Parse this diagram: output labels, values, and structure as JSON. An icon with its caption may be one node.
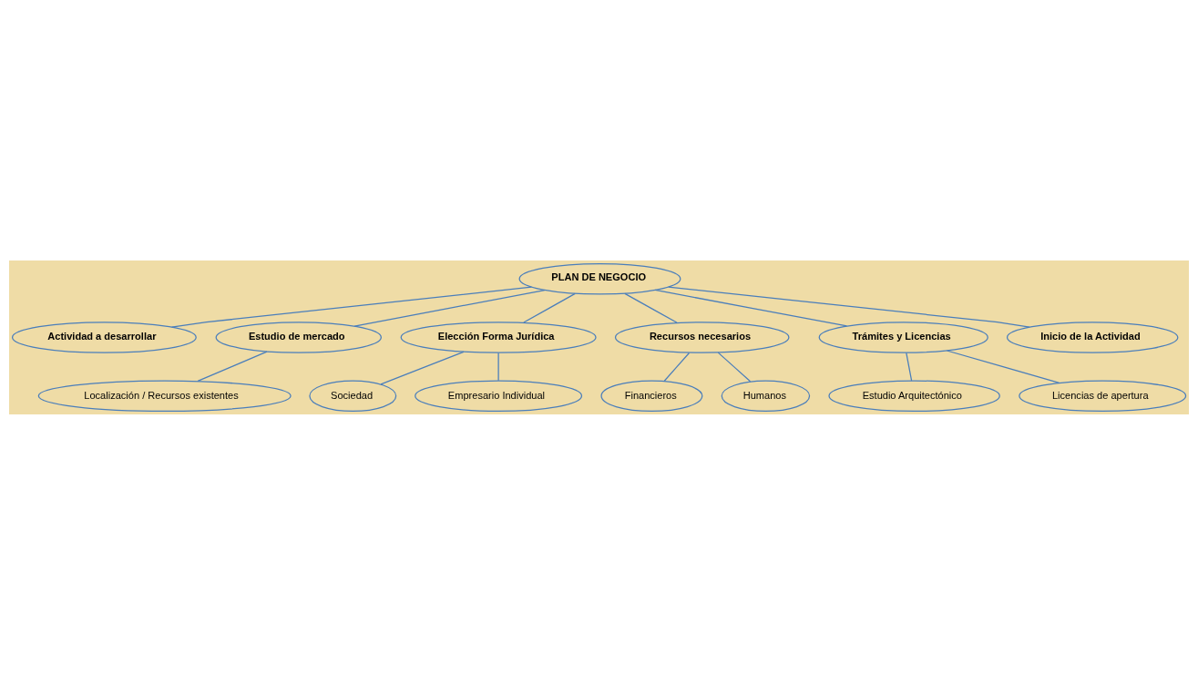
{
  "diagram": {
    "nodes": [
      {
        "text": [
          "PLAN DE NEGOCIO"
        ]
      },
      {
        "text": [
          "Actividad a desarrollar"
        ]
      },
      {
        "text": [
          "Estudio de mercado"
        ]
      },
      {
        "text": [
          "Elección Forma Jurídica"
        ]
      },
      {
        "text": [
          "Recursos necesarios"
        ]
      },
      {
        "text": [
          "Trámites y Licencias"
        ]
      },
      {
        "text": [
          "Inicio de la Actividad"
        ]
      },
      {
        "text": [
          "Localización / Recursos existentes"
        ]
      },
      {
        "text": [
          "Sociedad"
        ]
      },
      {
        "text": [
          "Empresario Individual"
        ]
      },
      {
        "text": [
          "Financieros"
        ]
      },
      {
        "text": [
          "Humanos"
        ]
      },
      {
        "text": [
          "Estudio Arquitectónico"
        ]
      },
      {
        "text": [
          "Licencias de apertura"
        ]
      }
    ],
    "edges": [
      {
        "from": 0,
        "to": 1,
        "arrow": "none"
      },
      {
        "from": 0,
        "to": 2,
        "arrow": "none"
      },
      {
        "from": 0,
        "to": 3,
        "arrow": "none"
      },
      {
        "from": 0,
        "to": 4,
        "arrow": "none"
      },
      {
        "from": 0,
        "to": 5,
        "arrow": "none"
      },
      {
        "from": 0,
        "to": 6,
        "arrow": "none"
      },
      {
        "from": 2,
        "to": 7,
        "arrow": "none"
      },
      {
        "from": 3,
        "to": 8,
        "arrow": "none"
      },
      {
        "from": 3,
        "to": 9,
        "arrow": "none"
      },
      {
        "from": 4,
        "to": 10,
        "arrow": "none"
      },
      {
        "from": 4,
        "to": 11,
        "arrow": "none"
      },
      {
        "from": 5,
        "to": 12,
        "arrow": "none"
      },
      {
        "from": 5,
        "to": 13,
        "arrow": "none"
      }
    ]
  }
}
